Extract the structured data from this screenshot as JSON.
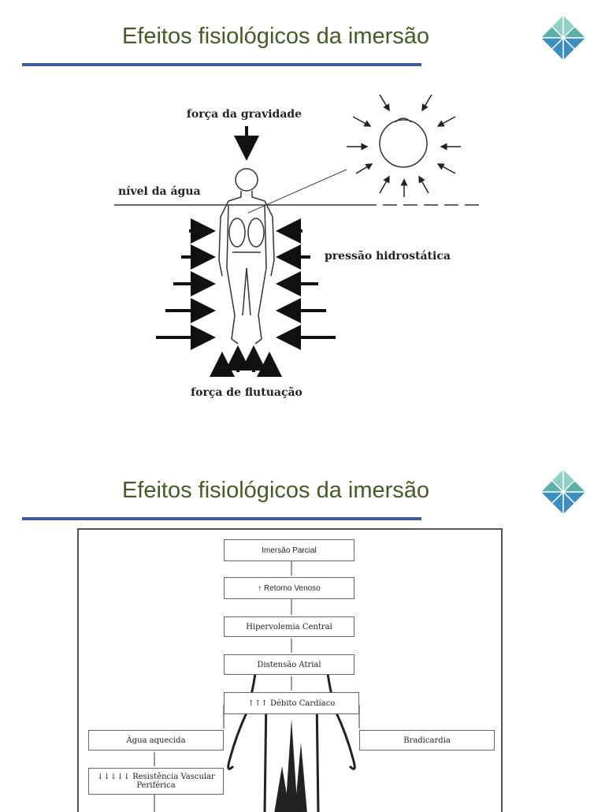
{
  "slides": [
    {
      "title": "Efeitos fisiológicos da imersão",
      "figure": {
        "labels": {
          "gravity": "força da gravidade",
          "water_level": "nível da água",
          "hydrostatic": "pressão hidrostática",
          "buoyancy": "força de flutuação"
        }
      }
    },
    {
      "title": "Efeitos fisiológicos da imersão",
      "flowchart": {
        "partial_immersion": "Imersão Parcial",
        "venous_return": "↑ Retorno Venoso",
        "central_hypervolemia": "Hipervolemia Central",
        "atrial_distension": "Distensão Atrial",
        "cardiac_output": "↑↑↑ Débito Cardíaco",
        "warm_water": "Água aquecida",
        "bradycardia": "Bradicardia",
        "peripheral_resistance": "↓↓↓↓↓ Resistência Vascular Periférica"
      }
    }
  ],
  "colors": {
    "title": "#4a5a26",
    "rule": "#3f5e95",
    "logo_top": "#5cb0a8",
    "logo_bottom": "#3e8fc0"
  }
}
